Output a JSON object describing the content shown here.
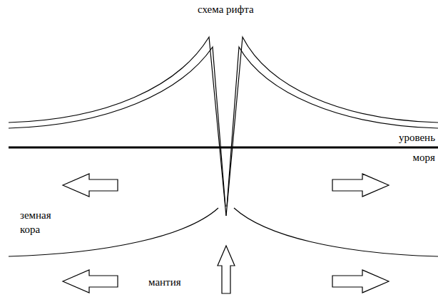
{
  "diagram": {
    "title": "схема рифта",
    "labels": [
      "уровень моря",
      "земная кора",
      "мантия"
    ]
  }
}
